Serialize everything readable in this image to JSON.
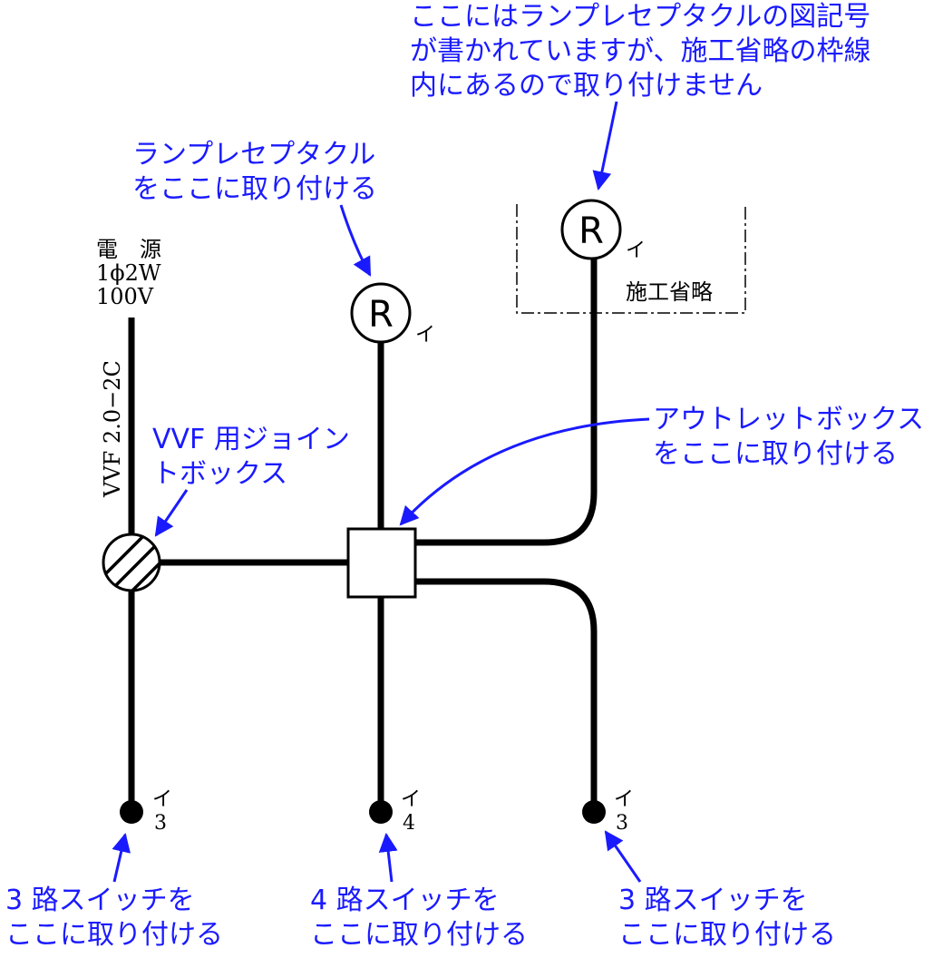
{
  "colors": {
    "annotation": "#1a1aff",
    "wire": "#000000"
  },
  "power": {
    "line1": "電　源",
    "line2": "1ϕ2W",
    "line3": "100V"
  },
  "cable_label": "VVF 2.0−2C",
  "lamps": [
    {
      "symbol": "R",
      "sub": "イ"
    },
    {
      "symbol": "R",
      "sub": "イ"
    }
  ],
  "omitted_label": "施工省略",
  "switches": [
    {
      "top": "イ",
      "bottom": "3"
    },
    {
      "top": "イ",
      "bottom": "4"
    },
    {
      "top": "イ",
      "bottom": "3"
    }
  ],
  "annotations": {
    "top_right": [
      "ここにはランプレセプタクルの図記号",
      "が書かれていますが、施工省略の枠線",
      "内にあるので取り付けません"
    ],
    "lamp": [
      "ランプレセプタクル",
      "をここに取り付ける"
    ],
    "joint_box": [
      "VVF 用ジョイン",
      "トボックス"
    ],
    "outlet_box": [
      "アウトレットボックス",
      "をここに取り付ける"
    ],
    "switch_left": [
      "3 路スイッチを",
      "ここに取り付ける"
    ],
    "switch_mid": [
      "4 路スイッチを",
      "ここに取り付ける"
    ],
    "switch_right": [
      "3 路スイッチを",
      "ここに取り付ける"
    ]
  }
}
